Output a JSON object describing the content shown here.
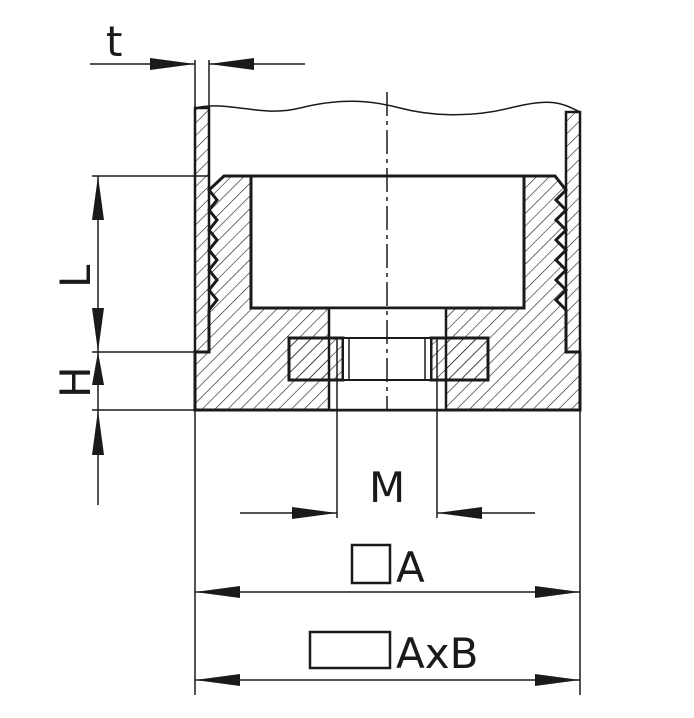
{
  "labels": {
    "t": "t",
    "L": "L",
    "H": "H",
    "M": "M",
    "A": "A",
    "AxB": "AxB"
  },
  "colors": {
    "line": "#1a1a1a",
    "background": "#ffffff"
  }
}
